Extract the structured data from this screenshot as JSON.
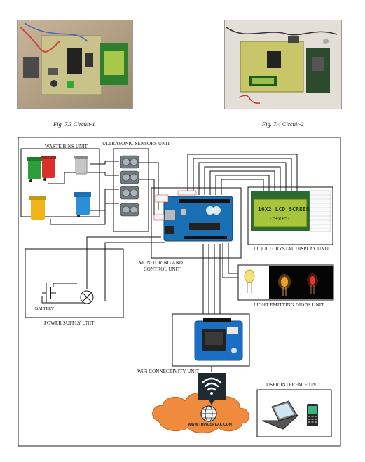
{
  "captions": {
    "fig1": "Fig. 7.3 Circuit-1",
    "fig2": "Fig. 7.4 Circuit-2"
  },
  "units": {
    "waste_bins": "WASTE BINS UNIT",
    "ultrasonic": "ULTRASONIC SENSORS UNIT",
    "monitoring_line1": "MONITORING AND",
    "monitoring_line2": "CONTROL UNIT",
    "lcd": "LIQUID CRYSTAL DISPLAY UNIT",
    "led": "LIGHT EMITTING DIODS UNIT",
    "power": "POWER SUPPLY UNIT",
    "battery": "BATTERY",
    "wifi": "WiFi CONNECTIVITY UNIT",
    "ui": "USER INTERFACE UNIT"
  },
  "lcd_screen": {
    "line1": "16X2 LCD SCREEN",
    "line2": "-=+8+=-"
  },
  "cloud_url": "WWW.THINGSPEAK.COM",
  "icons": [
    "wifi-icon",
    "globe-icon",
    "laptop-icon",
    "mobile-phone-icon",
    "battery-icon",
    "bulb-icon"
  ],
  "colors": {
    "cloud": "#f08a3c",
    "arduino": "#1b6fb3",
    "lcd_green": "#a7c53a",
    "wifi_dark": "#1f2a30",
    "bin_green": "#2e9e3a",
    "bin_red": "#d8322b",
    "bin_yellow": "#f0b51a",
    "bin_blue": "#2b8fd6",
    "pcb_green": "#7a9a3a"
  }
}
